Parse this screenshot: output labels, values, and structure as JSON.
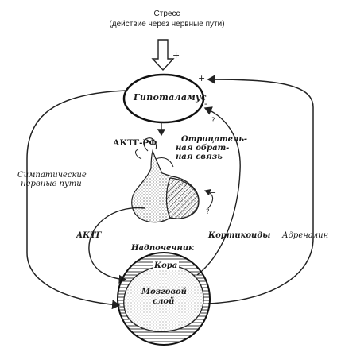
{
  "stress": {
    "title": "Стресс",
    "subtitle": "(действие через нервные пути)"
  },
  "nodes": {
    "hypothalamus": "Гипоталамус",
    "acth_rf": "АКТГ-РФ",
    "adrenal": "Надпочечник",
    "cortex": "Кора",
    "medulla_line1": "Мозговой",
    "medulla_line2": "слой"
  },
  "edges": {
    "negative_feedback_line1": "Отрицатель-",
    "negative_feedback_line2": "ная обрат-",
    "negative_feedback_line3": "ная связь",
    "sympathetic_line1": "Симпатические",
    "sympathetic_line2": "нервные пути",
    "acth": "АКТГ",
    "corticoids": "Кортикоиды",
    "adrenaline": "Адреналин"
  },
  "signs": {
    "plus": "+",
    "minus": "-",
    "question": "?",
    "equals": "="
  }
}
